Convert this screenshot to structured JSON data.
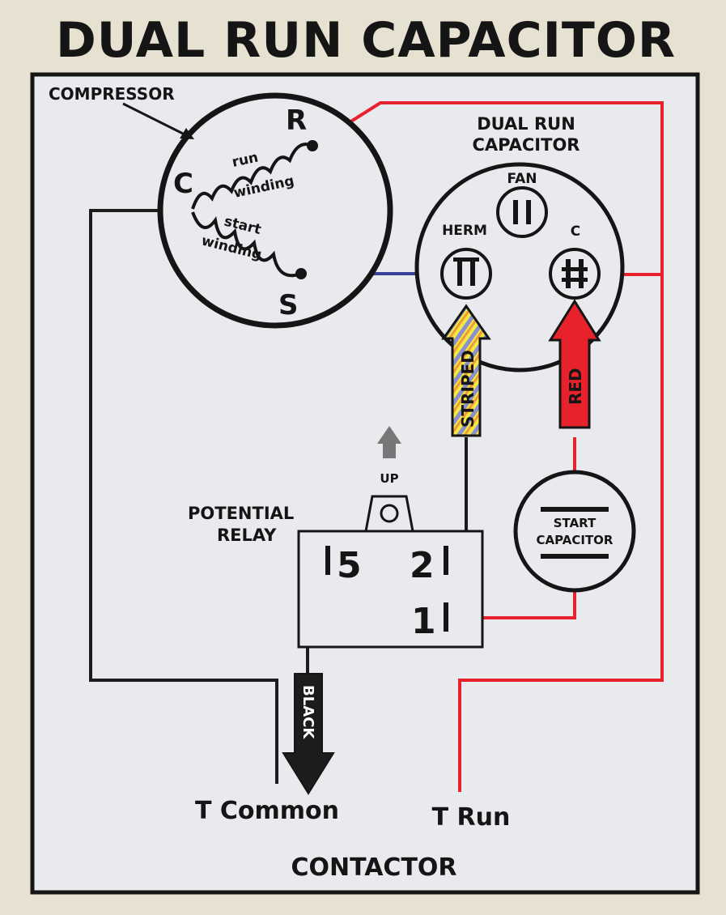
{
  "title": "DUAL RUN CAPACITOR",
  "compressor": {
    "label": "COMPRESSOR",
    "terminal_r": "R",
    "terminal_c": "C",
    "terminal_s": "S",
    "run_winding_1": "run",
    "run_winding_2": "winding",
    "start_winding_1": "start",
    "start_winding_2": "winding"
  },
  "dual_cap": {
    "label_1": "DUAL RUN",
    "label_2": "CAPACITOR",
    "fan": "FAN",
    "herm": "HERM",
    "c": "C"
  },
  "arrows": {
    "striped": "STRIPED",
    "red": "RED",
    "black": "BLACK",
    "up": "UP"
  },
  "relay": {
    "label_1": "POTENTIAL",
    "label_2": "RELAY",
    "pin5": "5",
    "pin2": "2",
    "pin1": "1"
  },
  "start_cap": {
    "label_1": "START",
    "label_2": "CAPACITOR"
  },
  "contactor": {
    "label": "CONTACTOR",
    "t_common": "T Common",
    "t_run": "T Run"
  },
  "colors": {
    "background": "#e6e1d1",
    "panel": "#e9eaee",
    "wire_red": "#e8222c",
    "wire_blue": "#3a3f9a",
    "wire_black": "#1c1c1c",
    "arrow_yellow": "#f2ea3c",
    "arrow_red": "#e8222c",
    "arrow_grey": "#777777"
  }
}
